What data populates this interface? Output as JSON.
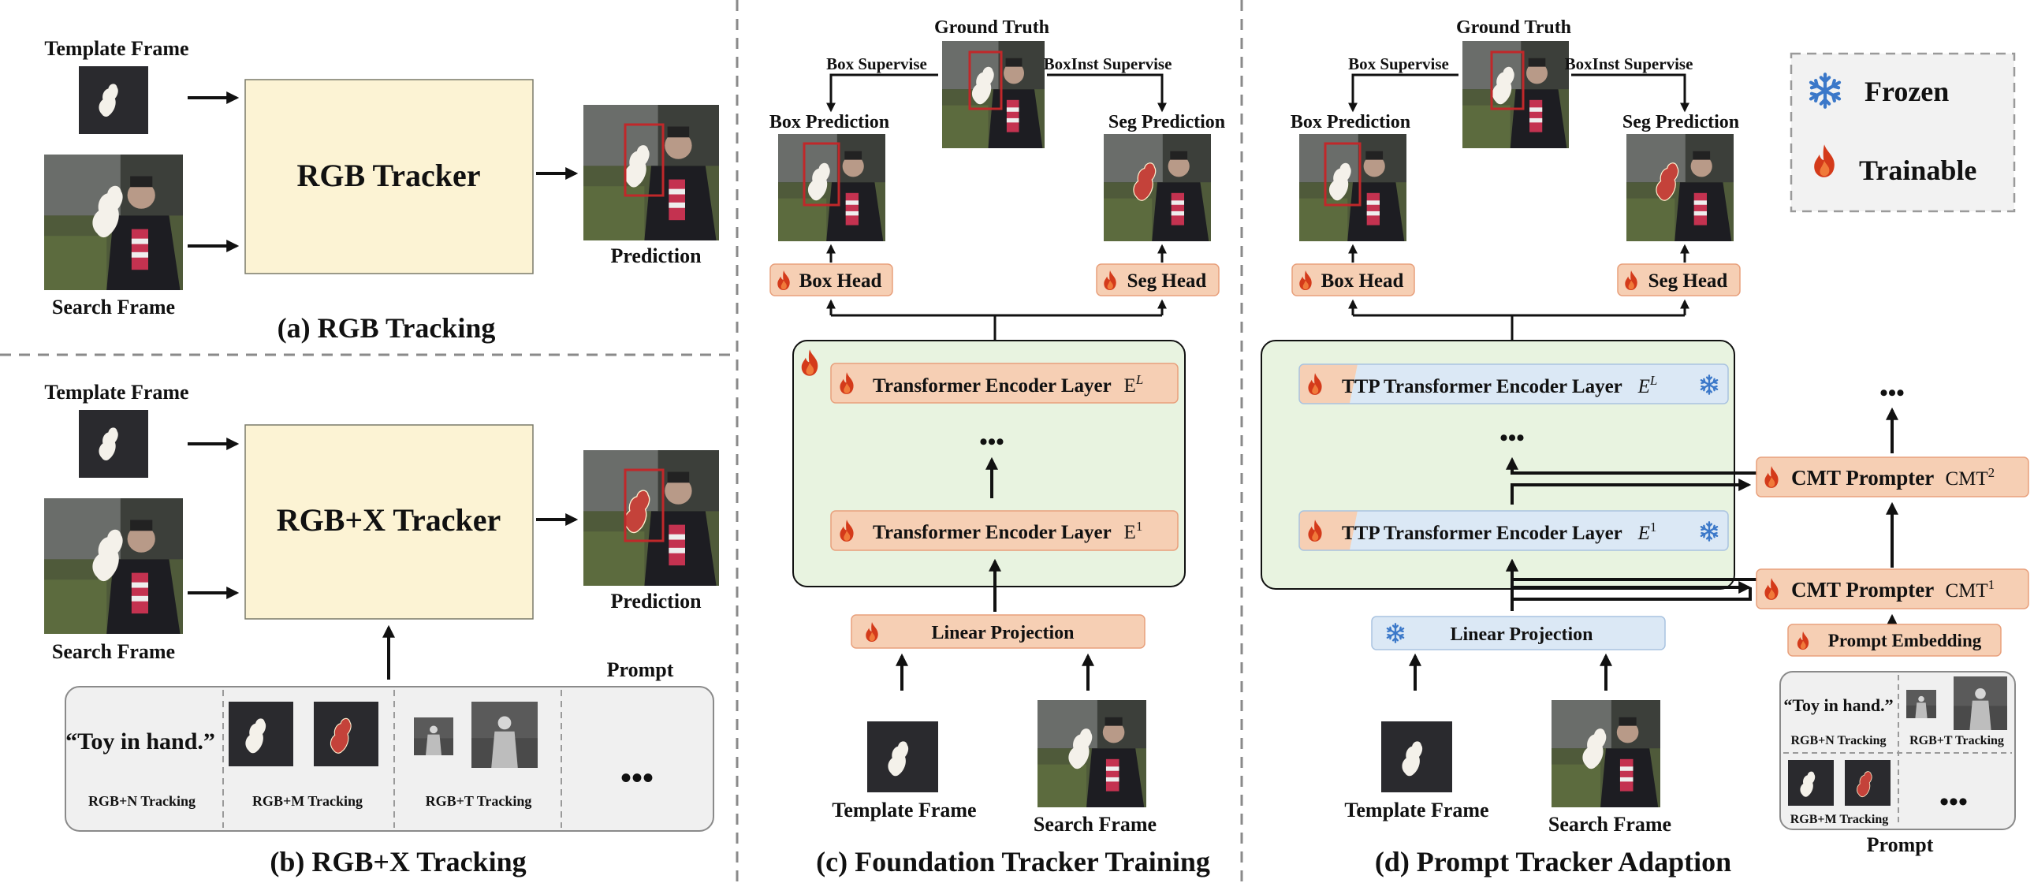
{
  "panel_a": {
    "template_label": "Template Frame",
    "search_label": "Search Frame",
    "tracker_label": "RGB Tracker",
    "prediction_label": "Prediction",
    "caption": "(a) RGB Tracking"
  },
  "panel_b": {
    "template_label": "Template Frame",
    "search_label": "Search Frame",
    "tracker_label": "RGB+X Tracker",
    "prediction_label": "Prediction",
    "prompt_title": "Prompt",
    "text_prompt": "“Toy in hand.”",
    "n_label": "RGB+N Tracking",
    "m_label": "RGB+M Tracking",
    "t_label": "RGB+T Tracking",
    "ellipsis": "•••",
    "caption": "(b) RGB+X Tracking"
  },
  "panel_c": {
    "gt_label": "Ground Truth",
    "box_supervise": "Box Supervise",
    "boxinst_supervise": "BoxInst Supervise",
    "box_prediction": "Box Prediction",
    "seg_prediction": "Seg Prediction",
    "box_head": "Box Head",
    "seg_head": "Seg Head",
    "encoder_L": "Transformer Encoder Layer",
    "encoder_L_sym": "E",
    "encoder_L_sup": "L",
    "dots": "•••",
    "encoder_1": "Transformer Encoder Layer",
    "encoder_1_sym": "E",
    "encoder_1_sup": "1",
    "linear_projection": "Linear Projection",
    "template_label": "Template Frame",
    "search_label": "Search Frame",
    "caption": "(c) Foundation Tracker Training"
  },
  "panel_d": {
    "gt_label": "Ground Truth",
    "box_supervise": "Box Supervise",
    "boxinst_supervise": "BoxInst Supervise",
    "box_prediction": "Box Prediction",
    "seg_prediction": "Seg Prediction",
    "box_head": "Box Head",
    "seg_head": "Seg Head",
    "ttp_L": "TTP Transformer Encoder Layer",
    "ttp_L_sym": "E",
    "ttp_L_sup": "L",
    "dots": "•••",
    "ttp_1": "TTP Transformer Encoder Layer",
    "ttp_1_sym": "E",
    "ttp_1_sup": "1",
    "linear_projection": "Linear Projection",
    "cmt2": "CMT Prompter",
    "cmt2_sym": "CMT",
    "cmt2_sup": "2",
    "cmt1": "CMT Prompter",
    "cmt1_sym": "CMT",
    "cmt1_sup": "1",
    "prompt_embedding": "Prompt Embedding",
    "text_prompt": "“Toy in hand.”",
    "n_label": "RGB+N Tracking",
    "t_label": "RGB+T Tracking",
    "m_label": "RGB+M Tracking",
    "ellipsis": "•••",
    "prompt_title": "Prompt",
    "template_label": "Template Frame",
    "search_label": "Search Frame",
    "caption": "(d) Prompt Tracker Adaption"
  },
  "legend": {
    "frozen": "Frozen",
    "trainable": "Trainable"
  },
  "colors": {
    "tracker_fill": "#fcf3d4",
    "head_fill": "#f6cfb4",
    "head_stroke": "#e8a07c",
    "frozen_fill": "#dbe8f5",
    "frozen_stroke": "#a9c3e0",
    "encoder_bg": "#e8f3e0",
    "prompt_bg": "#f0f0f0",
    "flame": "#d43a1a",
    "snow": "#3b78c9",
    "mask_white": "#f4f1ea",
    "mask_red": "#c4423a",
    "box_red": "#c0282a"
  },
  "icons": {
    "flame": "flame-icon",
    "snow": "snowflake-icon"
  }
}
